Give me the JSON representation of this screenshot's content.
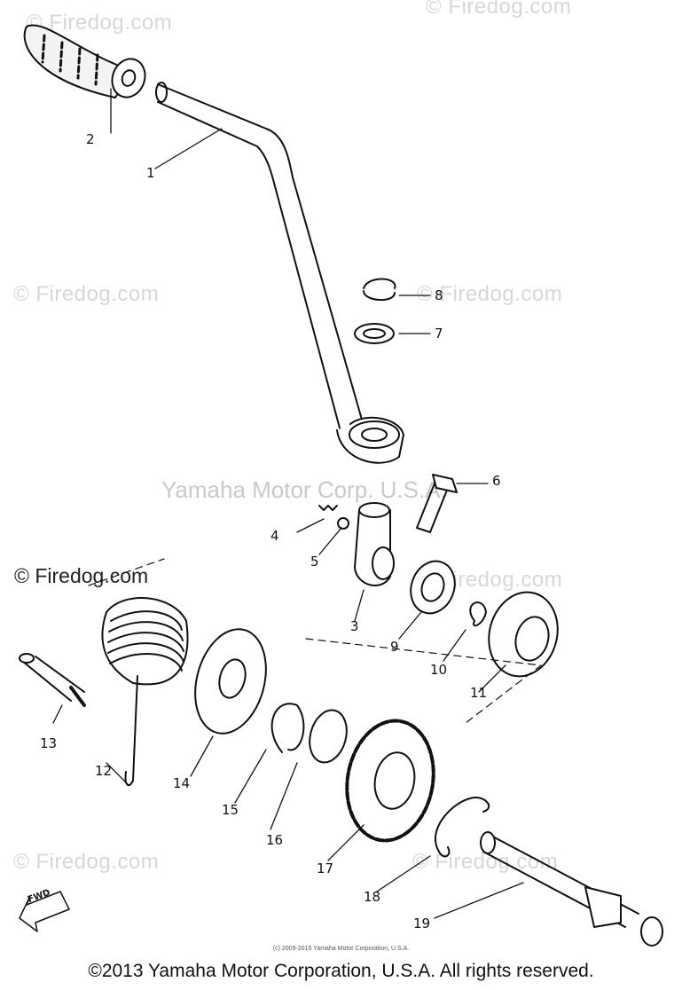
{
  "watermarks": {
    "site": "© Firedog.com",
    "site_dark": "© Firedog.com",
    "center": "Yamaha Motor Corp. U.S.A."
  },
  "callouts": {
    "p1": "1",
    "p2": "2",
    "p3": "3",
    "p4": "4",
    "p5": "5",
    "p6": "6",
    "p7": "7",
    "p8": "8",
    "p9": "9",
    "p10": "10",
    "p11": "11",
    "p12": "12",
    "p13": "13",
    "p14": "14",
    "p15": "15",
    "p16": "16",
    "p17": "17",
    "p18": "18",
    "p19": "19"
  },
  "fwd_label": "FWD",
  "small_copyright": "(c) 2009-2015 Yamaha Motor Corporation, U.S.A.",
  "copyright": "©2013 Yamaha Motor Corporation, U.S.A. All rights reserved."
}
